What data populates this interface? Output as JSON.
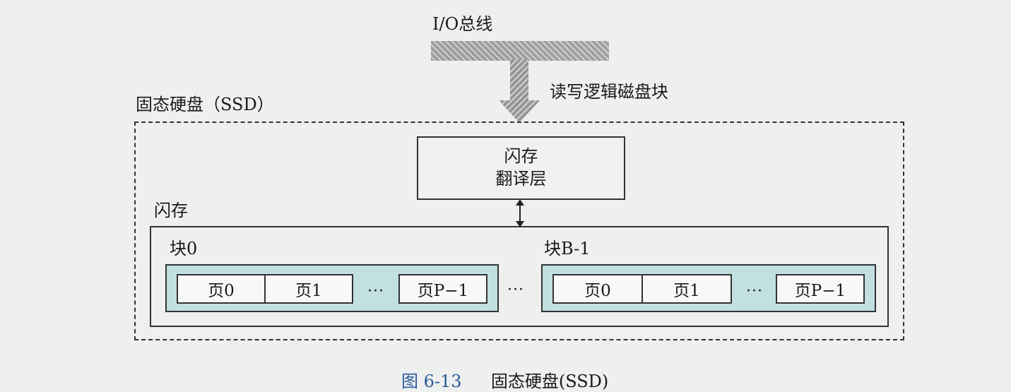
{
  "bus_label": "I/O总线",
  "arrow_label": "读写逻辑磁盘块",
  "ssd_label": "固态硬盘（SSD）",
  "ftl": {
    "line1": "闪存",
    "line2": "翻译层"
  },
  "flash_label": "闪存",
  "blocks": [
    {
      "label": "块0",
      "pages": [
        "页0",
        "页1",
        "页P−1"
      ],
      "ellipsis": "···"
    },
    {
      "label": "块B-1",
      "pages": [
        "页0",
        "页1",
        "页P−1"
      ],
      "ellipsis": "···"
    }
  ],
  "between_blocks": "···",
  "caption": {
    "number": "图 6-13",
    "title": "固态硬盘(SSD)"
  }
}
